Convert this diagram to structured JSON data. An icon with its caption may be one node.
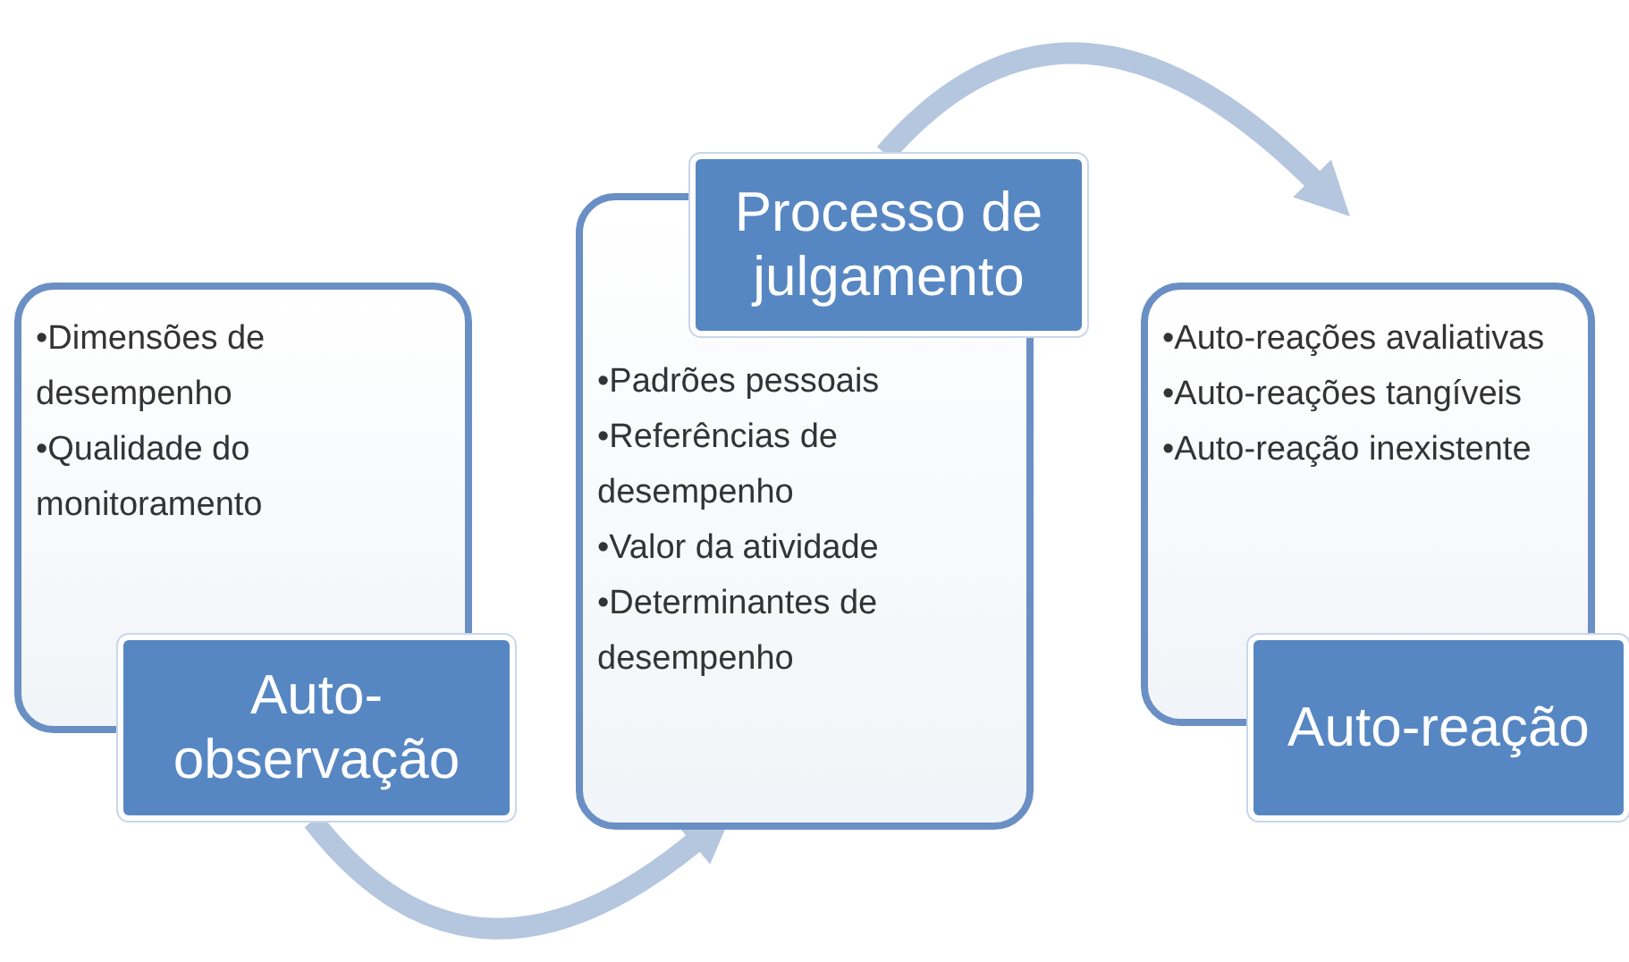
{
  "diagram": {
    "nodes": [
      {
        "text": [
          "•Dimensões de desempenho",
          "•Qualidade do monitoramento"
        ]
      },
      {
        "text": [
          "Auto-observação"
        ]
      },
      {
        "text": [
          "•Padrões pessoais",
          "•Referências de desempenho",
          "•Valor da atividade",
          "•Determinantes de desempenho"
        ]
      },
      {
        "text": [
          "Processo de julgamento"
        ]
      },
      {
        "text": [
          "•Auto-reações avaliativas",
          "•Auto-reações tangíveis",
          "•Auto-reação inexistente"
        ]
      },
      {
        "text": [
          "Auto-reação"
        ]
      }
    ],
    "edges": [
      {
        "from": 1,
        "to": 2,
        "arrow": "to"
      },
      {
        "from": 3,
        "to": 4,
        "arrow": "to"
      }
    ]
  }
}
